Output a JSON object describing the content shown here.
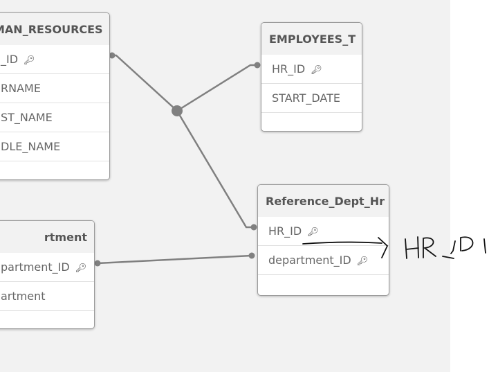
{
  "tables": [
    {
      "name": "MAN_RESOURCES",
      "fields": [
        {
          "label": "_ID",
          "key": true
        },
        {
          "label": "RNAME",
          "key": false
        },
        {
          "label": "ST_NAME",
          "key": false
        },
        {
          "label": "DLE_NAME",
          "key": false
        }
      ]
    },
    {
      "name": "EMPLOYEES_T",
      "fields": [
        {
          "label": "HR_ID",
          "key": true
        },
        {
          "label": "START_DATE",
          "key": false
        }
      ]
    },
    {
      "name": "Reference_Dept_Hr",
      "fields": [
        {
          "label": "HR_ID",
          "key": true
        },
        {
          "label": "department_ID",
          "key": true
        }
      ]
    },
    {
      "name": "rtment",
      "fields": [
        {
          "label": "partment_ID",
          "key": true
        },
        {
          "label": "artment",
          "key": false
        }
      ]
    }
  ],
  "annotation": {
    "text": "HR_ID",
    "style": "handwritten"
  },
  "icons": {
    "key": "key-icon"
  },
  "colors": {
    "canvas": "#f2f2f2",
    "link": "#808080"
  }
}
